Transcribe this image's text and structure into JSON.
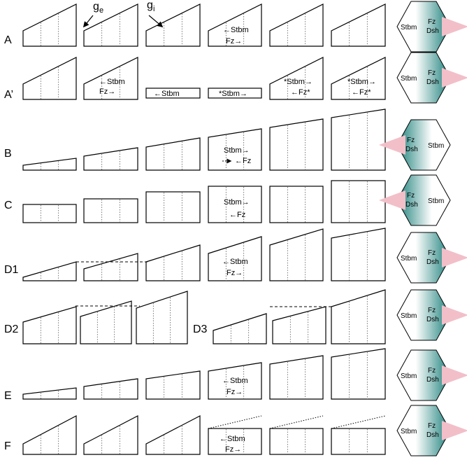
{
  "gradient_labels": {
    "ge": "g",
    "ge_sub": "e",
    "gi": "g",
    "gi_sub": "i"
  },
  "colors": {
    "teal": "#1a7f7a",
    "pink": "#f2bfc8",
    "outline": "#000000"
  },
  "protein_labels": {
    "stbm": "Stbm",
    "fz": "Fz",
    "dsh": "Dsh"
  },
  "rows": [
    {
      "label": "A",
      "annotation": [
        "←Stbm",
        "Fz→"
      ],
      "hex_orientation": "right"
    },
    {
      "label": "A’",
      "annotations": [
        [
          "←Stbm",
          "Fz→"
        ],
        [
          "←Stbm"
        ],
        [
          "*Stbm→"
        ],
        [
          "*Stbm→",
          "←Fz*"
        ],
        [
          "*Stbm→",
          "←Fz*"
        ]
      ],
      "hex_orientation": "right"
    },
    {
      "label": "B",
      "annotation": [
        "Stbm→",
        "←Fz"
      ],
      "hex_orientation": "left"
    },
    {
      "label": "C",
      "annotation": [
        "Stbm→",
        "←Fz"
      ],
      "hex_orientation": "left"
    },
    {
      "label": "D1",
      "annotation": [
        "←Stbm",
        "Fz→"
      ],
      "hex_orientation": "right"
    },
    {
      "label": "D2",
      "label_b": "D3",
      "hex_orientation": "right"
    },
    {
      "label": "E",
      "annotation": [
        "←Stbm",
        "Fz→"
      ],
      "hex_orientation": "right"
    },
    {
      "label": "F",
      "annotation": [
        "←Stbm",
        "Fz→"
      ],
      "hex_orientation": "right"
    }
  ]
}
